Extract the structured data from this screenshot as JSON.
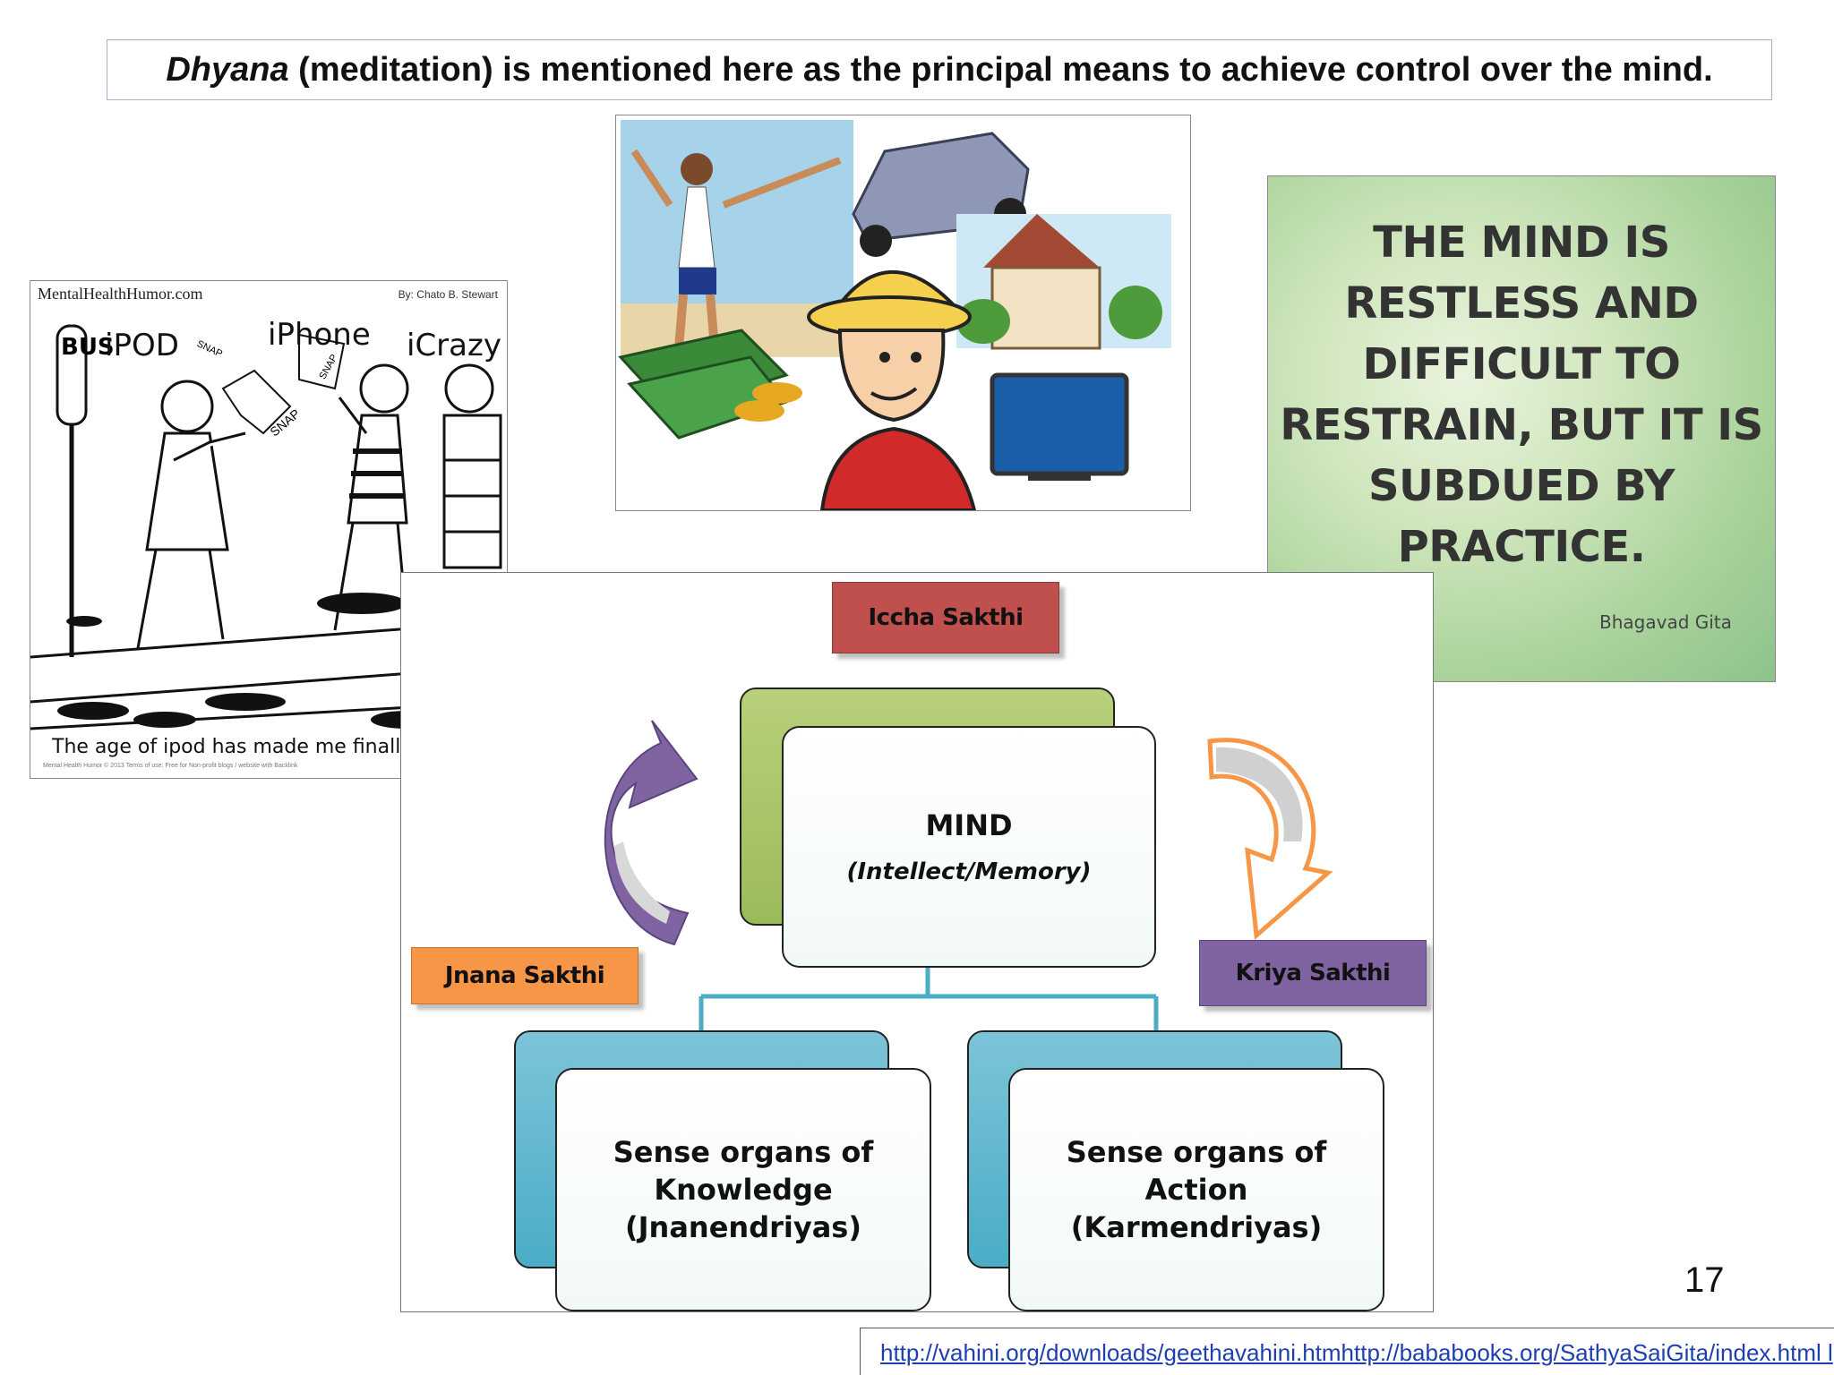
{
  "headline": {
    "emphasis": "Dhyana",
    "rest": " (meditation) is mentioned here as the principal means to achieve control over the mind."
  },
  "cartoon": {
    "site": "MentalHealthHumor.com",
    "author": "By: Chato B. Stewart",
    "bus_sign": "BUS",
    "labels": [
      "iPOD",
      "iPhone",
      "iCrazy"
    ],
    "snap_words": [
      "SNAP",
      "SNAP",
      "SNAP"
    ],
    "caption": "The age of ipod has made me finally feel li",
    "footer": "Mental Health Humor © 2013 Terms of use: Free for Non-profit blogs / website with Backlink"
  },
  "quote": {
    "lines": [
      "THE MIND IS",
      "RESTLESS AND",
      "DIFFICULT TO",
      "RESTRAIN, BUT IT IS",
      "SUBDUED BY",
      "PRACTICE."
    ],
    "attribution": "Bhagavad Gita"
  },
  "diagram": {
    "iccha": "Iccha Sakthi",
    "jnana": "Jnana Sakthi",
    "kriya": "Kriya Sakthi",
    "mind_title": "MIND",
    "mind_sub": "(Intellect/Memory)",
    "knowledge_lines": [
      "Sense organs of",
      "Knowledge",
      "(Jnanendriyas)"
    ],
    "action_lines": [
      "Sense organs of Action",
      "(Karmendriyas)"
    ]
  },
  "colors": {
    "iccha": "#c0504d",
    "jnana": "#f79646",
    "kriya": "#8064a2",
    "mind_back": "#9bbb59",
    "organ_back": "#4bacc6",
    "connector": "#4bacc6",
    "link": "#1f3fb0"
  },
  "page_number": "17",
  "link": "http://vahini.org/downloads/geethavahini.htmhttp://bababooks.org/SathyaSaiGita/index.html l"
}
